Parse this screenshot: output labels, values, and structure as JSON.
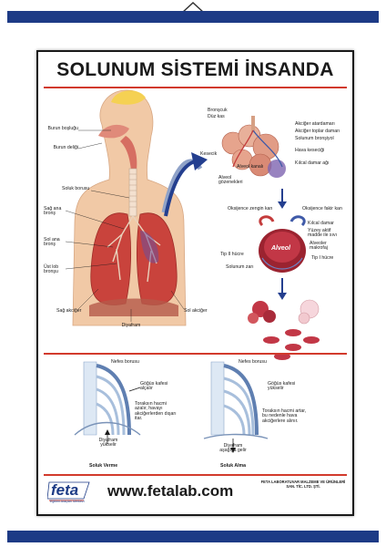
{
  "title": "SOLUNUM SİSTEMİ İNSANDA",
  "colors": {
    "rod": "#1d3b86",
    "accent_red": "#d23a2c",
    "lung": "#c9433c",
    "arrow": "#243f8f",
    "skin": "#f1c9a6"
  },
  "labels": {
    "burun_boslugu": "Burun boşluğu",
    "burun_deligi": "Burun deliği",
    "soluk_borusu": "Soluk borusu",
    "sag_ana_bronş": "Sağ ana bronş",
    "sol_ana_bronş": "Sol ana bronş",
    "ust_lob_bronşu": "Üst lob bronşu",
    "sag_akciger": "Sağ akciğer",
    "sol_akciger": "Sol akciğer",
    "diyafram": "Diyafram",
    "bronşcuk": "Bronşcuk",
    "duz_kas": "Düz kas",
    "akciger_atardamari": "Akciğer atardamarı",
    "akciger_toplardamari": "Akciğer toplar damarı",
    "solunum_bronşiyolu": "Solunum bronşiyol",
    "hava_kesecigi": "Hava keseciği",
    "kilcal_damar_agi": "Kılcal damar ağı",
    "kesecik": "Kesecik",
    "alveol_kanali": "Alveol kanalı",
    "alveol_gozenekleri": "Alveol gözenekleri",
    "oksijence_zengin_kan": "Oksijence zengin kan",
    "oksijence_fakir_kan": "Oksijence fakir kan",
    "kilcal_damar": "Kılcal damar",
    "yuzey_aktif_madde": "Yüzey aktif madde ile sıvı",
    "alveol_makrofaj": "Alveoler makrofaj",
    "alveol": "Alveol",
    "tip2_hucre": "Tip II hücre",
    "tip1_hucre": "Tip I hücre",
    "solunum_zari": "Solunum zarı",
    "nefes_borusu_1": "Nefes borusu",
    "gogus_kafesi_alcalir": "Göğüs kafesi alçalır",
    "toraks_azalir": "Toraksın hacmi azalır, havayı akciğerlerden dışarı itar.",
    "diyafram_yukselir": "Diyafram yükselir",
    "soluk_verme": "Soluk Verme",
    "nefes_borusu_2": "Nefes borusu",
    "gogus_kafesi_yukselir": "Göğüs kafesi yükselir",
    "toraks_artar": "Toraksın hacmi artar, bu nedenle hava akciğerlere alınır.",
    "diyafram_asagi": "Diyafram aşağıya gelir",
    "soluk_alma": "Soluk Alma"
  },
  "footer": {
    "brand": "feta",
    "brand_sub": "Eğitimi Araçları Merkezi",
    "website": "www.fetalab.com",
    "company": "FETA LABORATUVAR MALZEME VE ÜRÜNLERİ SAN. TİC. LTD. ŞTİ."
  }
}
